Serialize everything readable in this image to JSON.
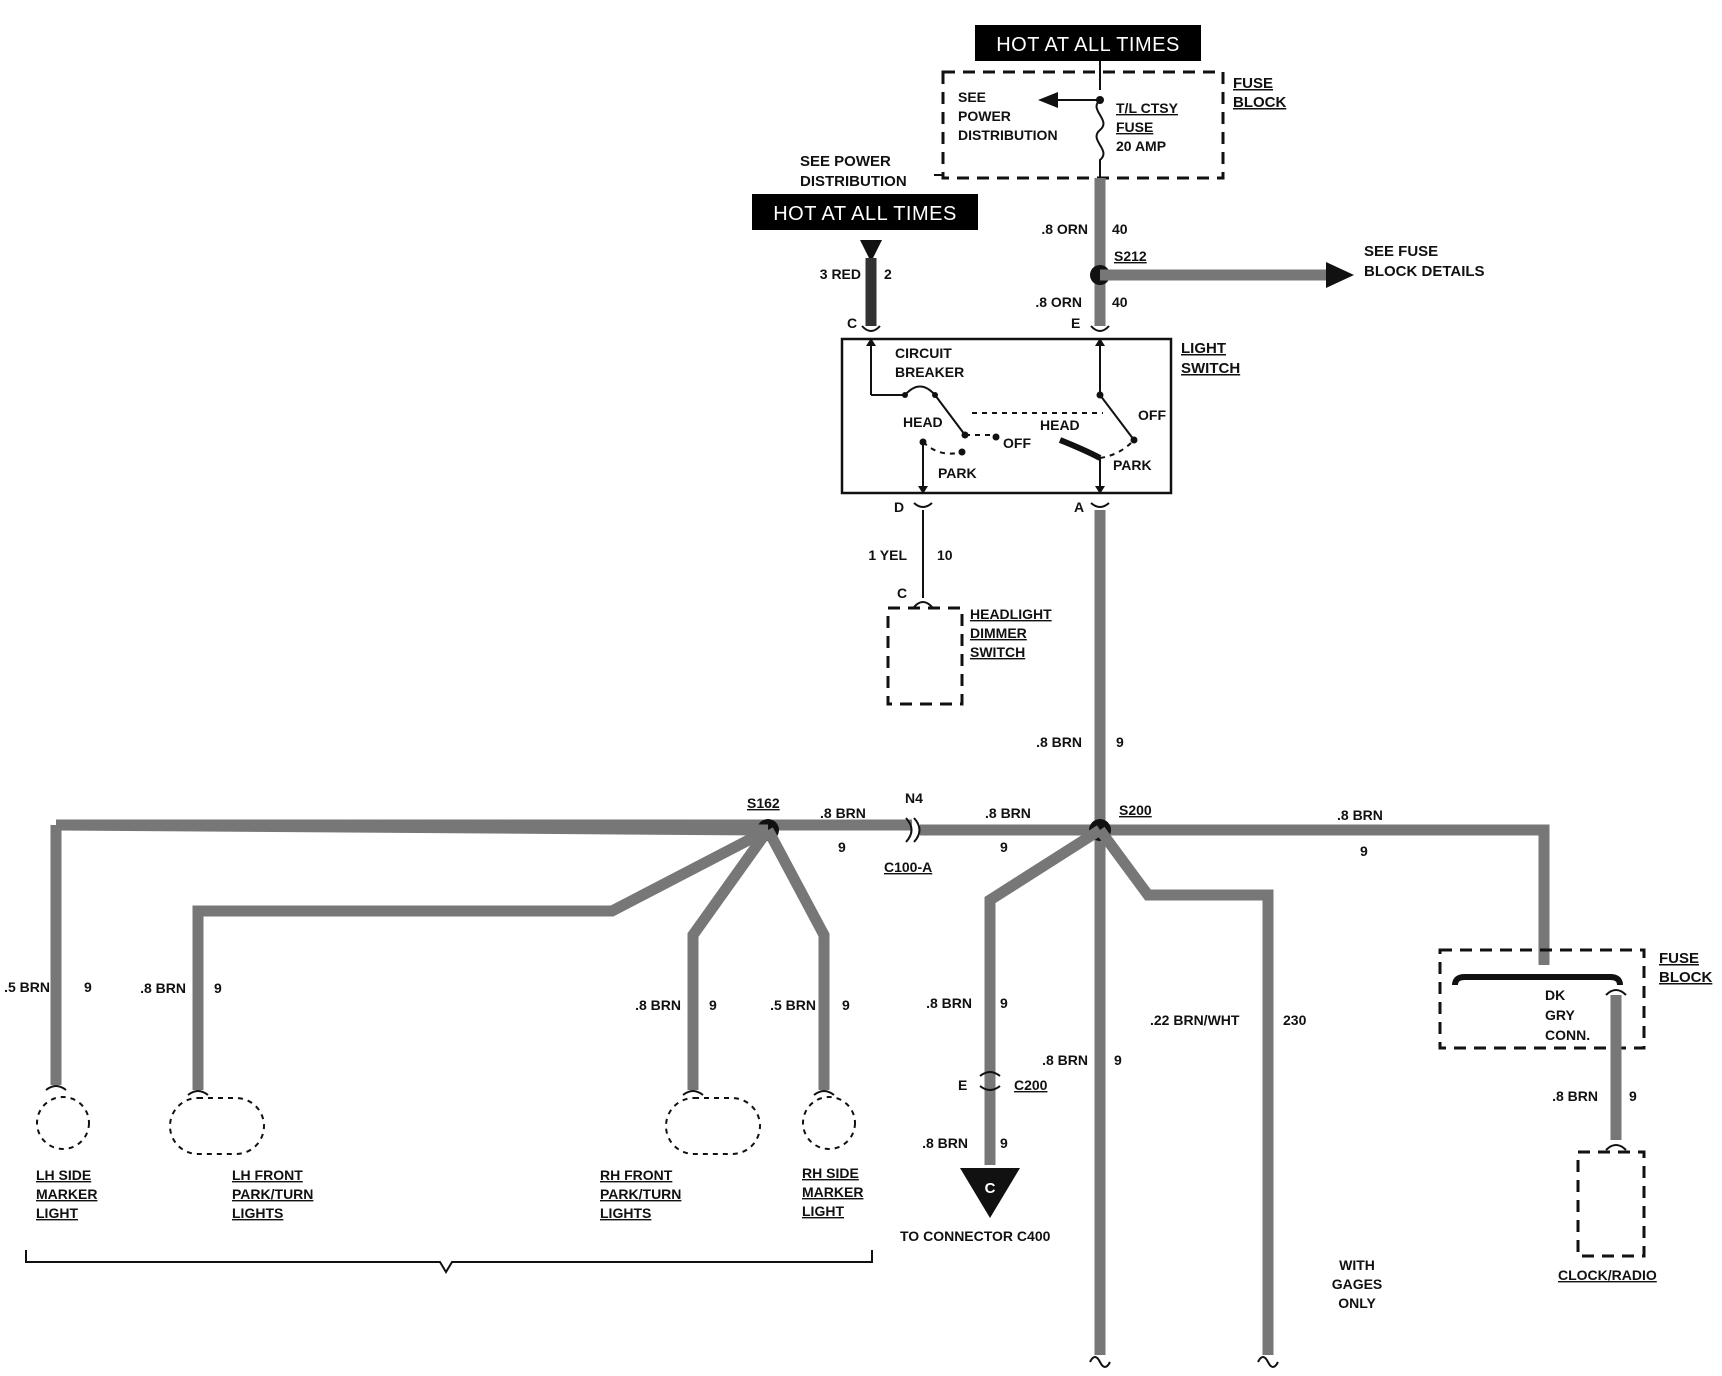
{
  "hot1": "HOT AT ALL TIMES",
  "hot2": "HOT AT ALL TIMES",
  "fuse_block_top": {
    "line1": "FUSE",
    "line2": "BLOCK"
  },
  "see_power_inner": {
    "line1": "SEE",
    "line2": "POWER",
    "line3": "DISTRIBUTION"
  },
  "fuse": {
    "line1": "T/L CTSY",
    "line2": "FUSE",
    "line3": "20 AMP"
  },
  "see_power_outer": {
    "line1": "SEE POWER",
    "line2": "DISTRIBUTION"
  },
  "wires": {
    "orn_top": {
      "gauge": ".8 ORN",
      "circuit": "40"
    },
    "orn_bottom": {
      "gauge": ".8 ORN",
      "circuit": "40"
    },
    "red": {
      "gauge": "3 RED",
      "circuit": "2"
    },
    "yel": {
      "gauge": "1 YEL",
      "circuit": "10"
    },
    "brn_main": {
      "gauge": ".8 BRN",
      "circuit": "9"
    },
    "brn_s162_n4": {
      "gauge": ".8 BRN",
      "circuit": "9"
    },
    "brn_n4_s200": {
      "gauge": ".8 BRN",
      "circuit": "9"
    },
    "brn_right": {
      "gauge": ".8 BRN",
      "circuit": "9"
    },
    "brn_lh_side": {
      "gauge": ".5 BRN",
      "circuit": "9"
    },
    "brn_lh_front": {
      "gauge": ".8 BRN",
      "circuit": "9"
    },
    "brn_rh_front": {
      "gauge": ".8 BRN",
      "circuit": "9"
    },
    "brn_rh_side": {
      "gauge": ".5 BRN",
      "circuit": "9"
    },
    "brn_c200_top": {
      "gauge": ".8 BRN",
      "circuit": "9"
    },
    "brn_c200_bot": {
      "gauge": ".8 BRN",
      "circuit": "9"
    },
    "brn_down": {
      "gauge": ".8 BRN",
      "circuit": "9"
    },
    "brn_wht": {
      "gauge": ".22 BRN/WHT",
      "circuit": "230"
    },
    "brn_clock": {
      "gauge": ".8 BRN",
      "circuit": "9"
    }
  },
  "splices": {
    "s212": "S212",
    "s200": "S200",
    "s162": "S162"
  },
  "see_fuse_details": {
    "line1": "SEE FUSE",
    "line2": "BLOCK DETAILS"
  },
  "light_switch": {
    "title1": "LIGHT",
    "title2": "SWITCH",
    "cb1": "CIRCUIT",
    "cb2": "BREAKER",
    "head_left": "HEAD",
    "off_left": "OFF",
    "park_left": "PARK",
    "head_right": "HEAD",
    "off_right": "OFF",
    "park_right": "PARK",
    "pin_c": "C",
    "pin_e": "E",
    "pin_d": "D",
    "pin_a": "A"
  },
  "dimmer": {
    "pin": "C",
    "line1": "HEADLIGHT",
    "line2": "DIMMER",
    "line3": "SWITCH"
  },
  "n4": "N4",
  "c100a": "C100-A",
  "c200": {
    "pin": "E",
    "name": "C200"
  },
  "connector_c": "C",
  "to_connector": "TO CONNECTOR C400",
  "with_gages": {
    "line1": "WITH",
    "line2": "GAGES",
    "line3": "ONLY"
  },
  "fuse_block_right": {
    "line1": "FUSE",
    "line2": "BLOCK",
    "conn1": "DK",
    "conn2": "GRY",
    "conn3": "CONN."
  },
  "clock_radio": "CLOCK/RADIO",
  "lights": {
    "lh_side": {
      "line1": "LH SIDE",
      "line2": "MARKER",
      "line3": "LIGHT"
    },
    "lh_front": {
      "line1": "LH FRONT",
      "line2": "PARK/TURN",
      "line3": "LIGHTS"
    },
    "rh_front": {
      "line1": "RH FRONT",
      "line2": "PARK/TURN",
      "line3": "LIGHTS"
    },
    "rh_side": {
      "line1": "RH SIDE",
      "line2": "MARKER",
      "line3": "LIGHT"
    }
  }
}
